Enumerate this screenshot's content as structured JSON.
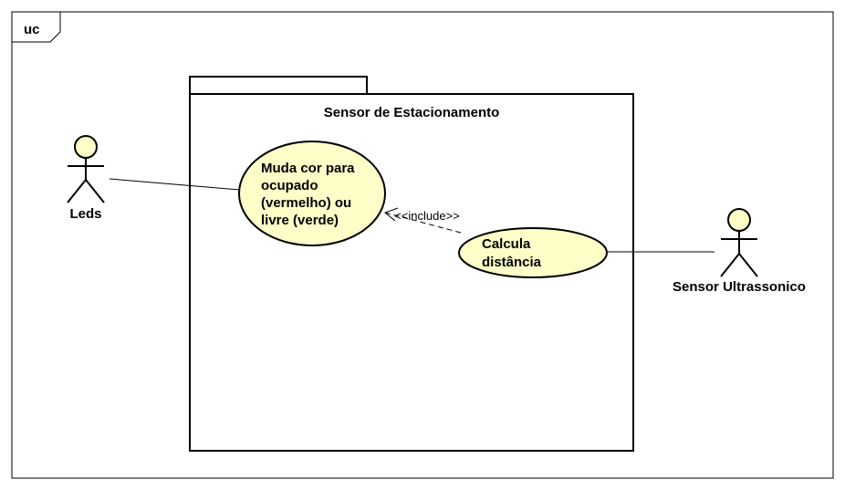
{
  "diagram": {
    "frame_label": "uc",
    "system": {
      "name": "Sensor de Estacionamento"
    },
    "actors": {
      "leds": {
        "name": "Leds"
      },
      "sensor": {
        "name": "Sensor Ultrassonico"
      }
    },
    "use_cases": {
      "muda_cor": {
        "lines": [
          "Muda cor para",
          "ocupado",
          "(vermelho) ou",
          "livre (verde)"
        ]
      },
      "calcula": {
        "lines": [
          "Calcula",
          "distância"
        ]
      }
    },
    "relations": {
      "include_label": "<<include>>"
    },
    "colors": {
      "use_case_fill": "#fefec8",
      "actor_head_fill": "#fefec8",
      "line": "#000000"
    }
  }
}
